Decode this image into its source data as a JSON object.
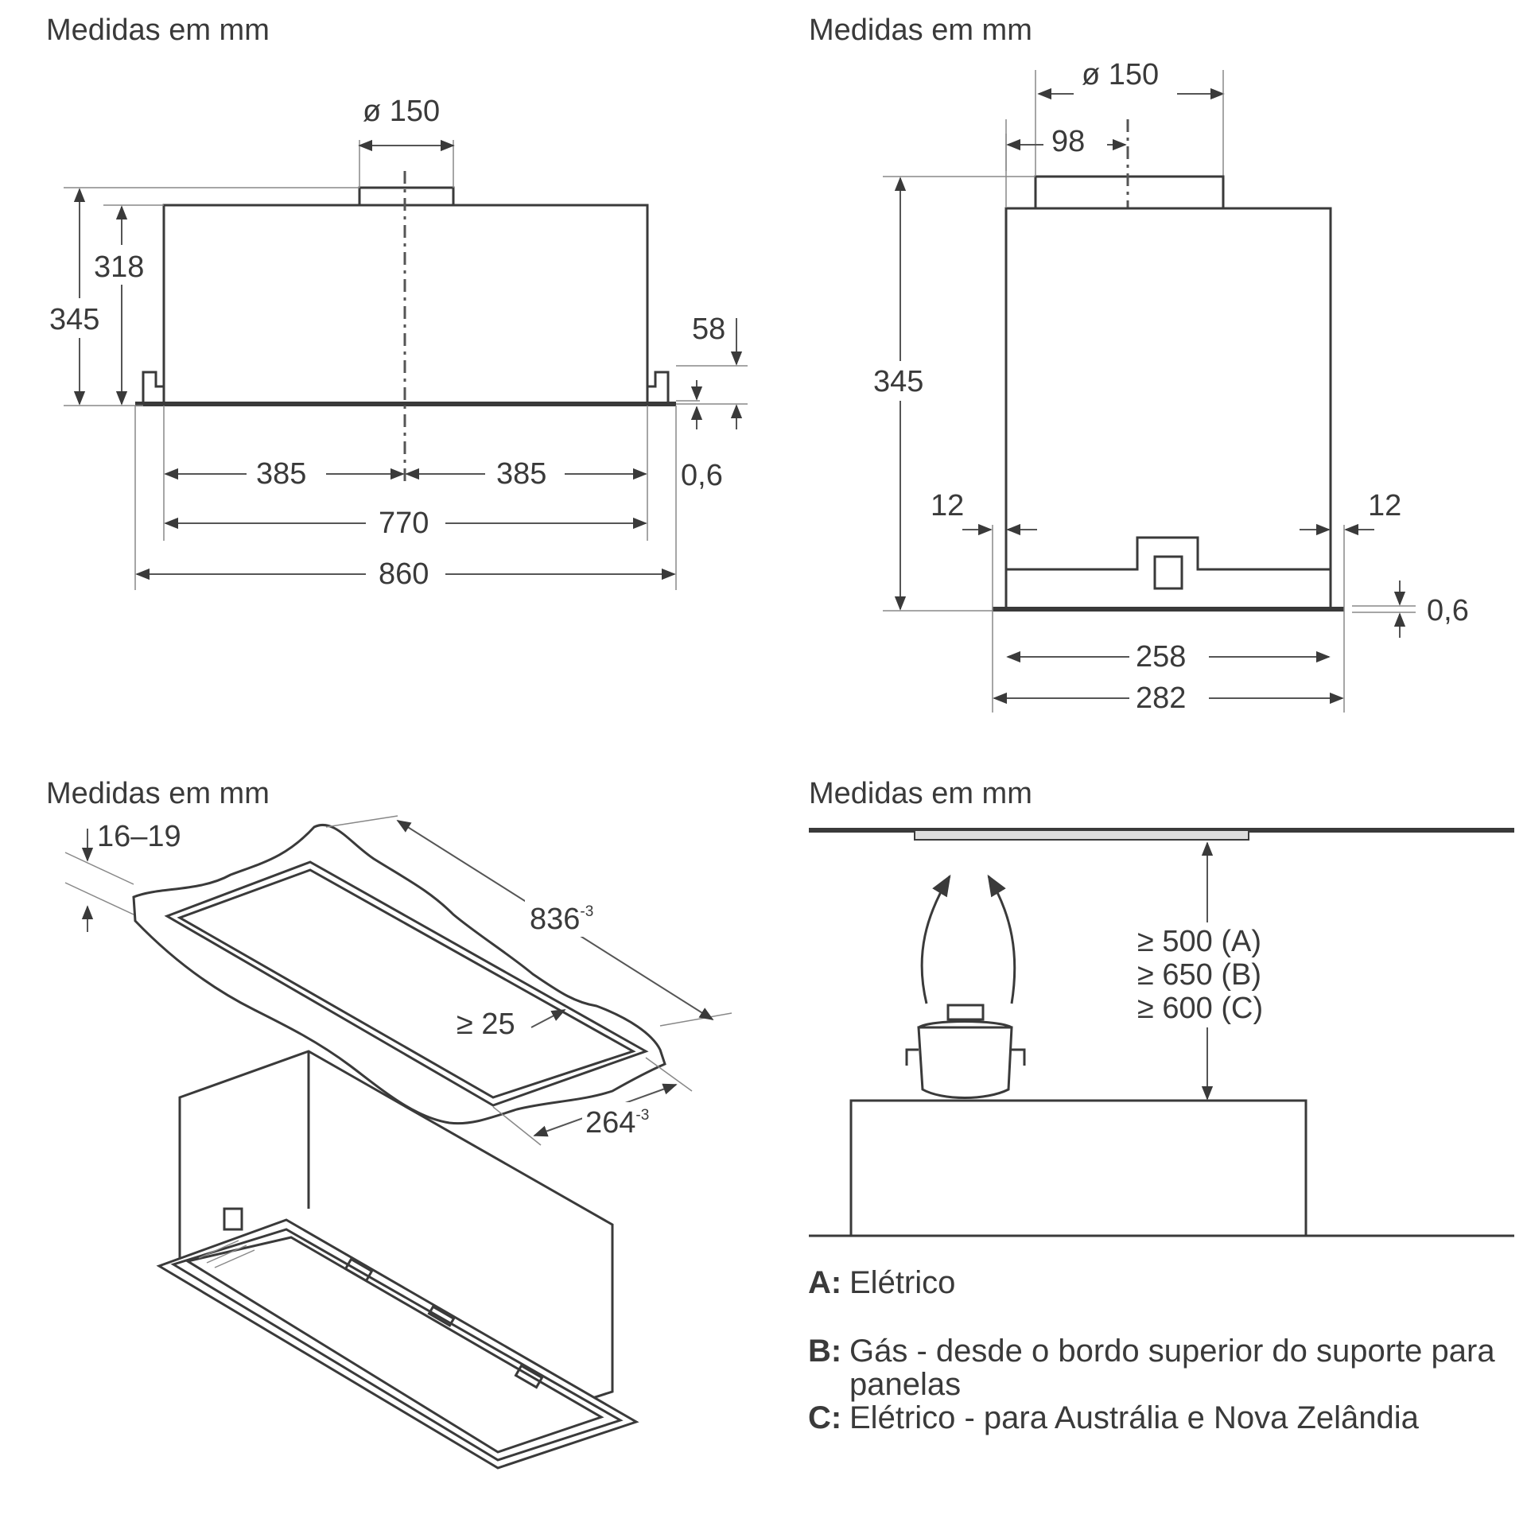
{
  "panels": {
    "front": {
      "title": "Medidas em mm",
      "duct": "ø 150",
      "h_outer": "345",
      "h_inner": "318",
      "lip": "58",
      "thick": "0,6",
      "half_left": "385",
      "half_right": "385",
      "inner_width": "770",
      "outer_width": "860"
    },
    "side": {
      "title": "Medidas em mm",
      "duct": "ø 150",
      "offset": "98",
      "height": "345",
      "gap_left": "12",
      "gap_right": "12",
      "thick": "0,6",
      "inner_width": "258",
      "outer_width": "282"
    },
    "cutout": {
      "title": "Medidas em mm",
      "board": "16–19",
      "length": "836",
      "length_tol": "-3",
      "margin": "≥ 25",
      "depth": "264",
      "depth_tol": "-3"
    },
    "clearance": {
      "title": "Medidas em mm",
      "dist_a": "≥ 500 (A)",
      "dist_b": "≥ 650 (B)",
      "dist_c": "≥ 600 (C)"
    }
  },
  "legend": [
    {
      "key": "A:",
      "text": "Elétrico"
    },
    {
      "key": "B:",
      "text": "Gás - desde o bordo superior do suporte para panelas"
    },
    {
      "key": "C:",
      "text": "Elétrico - para Austrália e Nova Zelândia"
    }
  ]
}
